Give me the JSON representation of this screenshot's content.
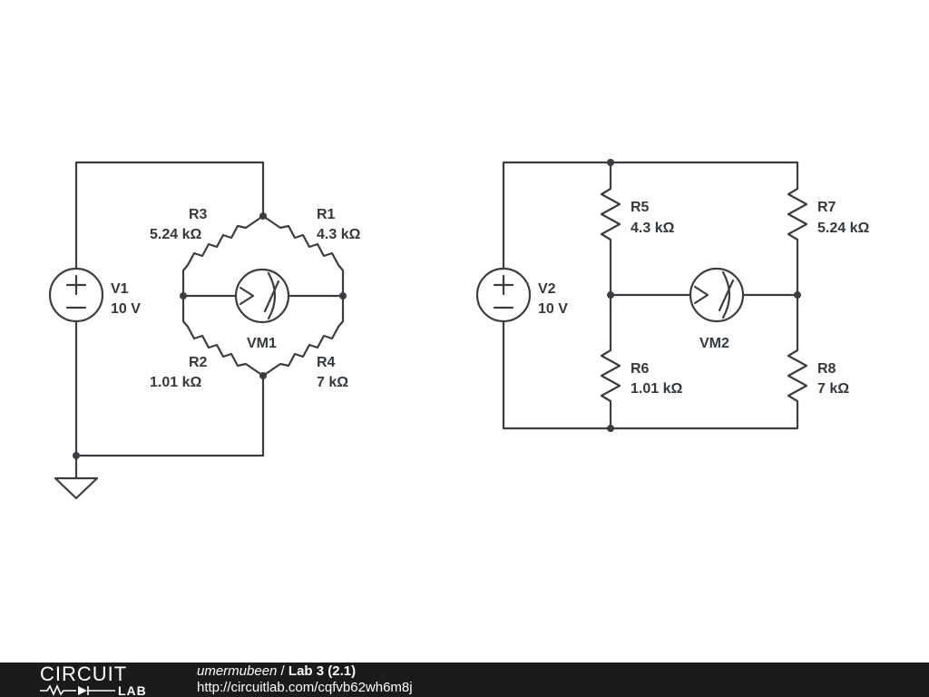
{
  "circuit_left": {
    "source": {
      "name": "V1",
      "value": "10 V"
    },
    "resistors": [
      {
        "name": "R3",
        "value": "5.24 kΩ"
      },
      {
        "name": "R1",
        "value": "4.3 kΩ"
      },
      {
        "name": "R2",
        "value": "1.01 kΩ"
      },
      {
        "name": "R4",
        "value": "7 kΩ"
      }
    ],
    "meter": {
      "name": "VM1"
    }
  },
  "circuit_right": {
    "source": {
      "name": "V2",
      "value": "10 V"
    },
    "resistors": [
      {
        "name": "R5",
        "value": "4.3 kΩ"
      },
      {
        "name": "R7",
        "value": "5.24 kΩ"
      },
      {
        "name": "R6",
        "value": "1.01 kΩ"
      },
      {
        "name": "R8",
        "value": "7 kΩ"
      }
    ],
    "meter": {
      "name": "VM2"
    }
  },
  "footer": {
    "logo_top": "CIRCUIT",
    "logo_bottom": "LAB",
    "user": "umermubeen",
    "separator": " / ",
    "title": "Lab 3 (2.1)",
    "url": "http://circuitlab.com/cqfvb62wh6m8j"
  }
}
